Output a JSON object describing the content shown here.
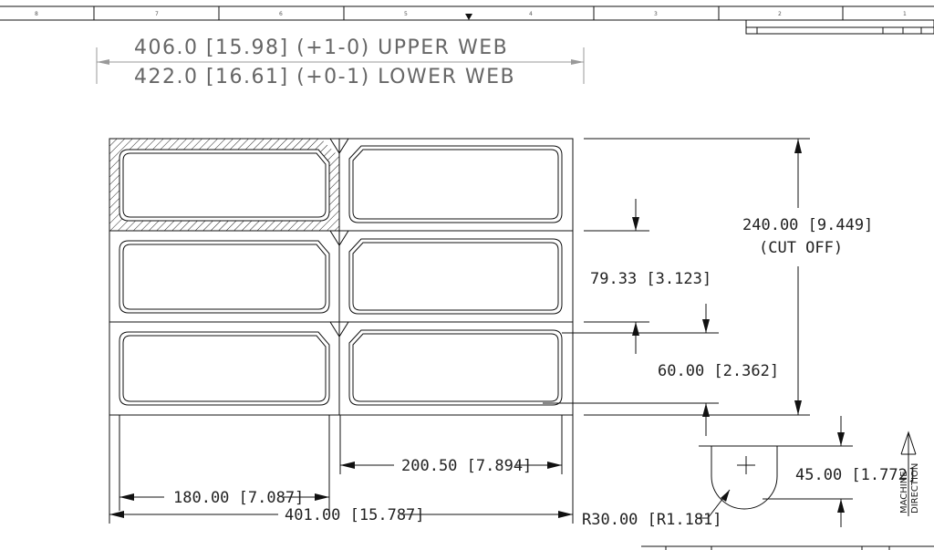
{
  "border": {
    "columns": [
      "8",
      "7",
      "6",
      "5",
      "4",
      "3",
      "2",
      "1"
    ]
  },
  "header": {
    "upper_web": "406.0 [15.98] (+1-0) UPPER WEB",
    "lower_web": "422.0 [16.61] (+0-1) LOWER WEB"
  },
  "dimensions": {
    "cut_off_value": "240.00 [9.449]",
    "cut_off_label": "(CUT OFF)",
    "pitch": "79.33 [3.123]",
    "label_height": "60.00 [2.362]",
    "label_width": "200.50 [7.894]",
    "left_width": "180.00 [7.087]",
    "overall_width": "401.00 [15.787]",
    "radius": "R30.00 [R1.181]",
    "depth": "45.00 [1.772]"
  },
  "machine_direction": {
    "line1": "MACHINE",
    "line2": "DIRECTION"
  },
  "colors": {
    "line": "#111111",
    "header_text": "#666666",
    "label_outline": "#222222"
  }
}
